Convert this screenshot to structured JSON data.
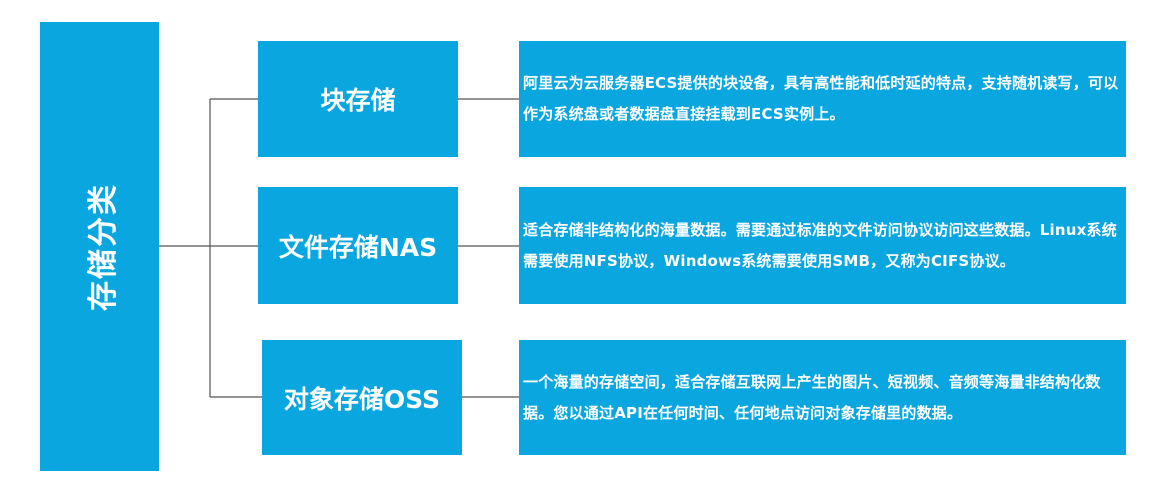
{
  "root": {
    "title": "存储分类"
  },
  "categories": [
    {
      "name": "块存储",
      "description": "阿里云为云服务器ECS提供的块设备，具有高性能和低时延的特点，支持随机读写，可以作为系统盘或者数据盘直接挂载到ECS实例上。"
    },
    {
      "name": "文件存储NAS",
      "description": "适合存储非结构化的海量数据。需要通过标准的文件访问协议访问这些数据。Linux系统需要使用NFS协议，Windows系统需要使用SMB，又称为CIFS协议。"
    },
    {
      "name": "对象存储OSS",
      "description": "一个海量的存储空间，适合存储互联网上产生的图片、短视频、音频等海量非结构化数据。您以通过API在任何时间、任何地点访问对象存储里的数据。"
    }
  ],
  "colors": {
    "box_fill": "#0aa6df",
    "box_text": "#ffffff",
    "connector": "#555555",
    "background": "#ffffff"
  }
}
